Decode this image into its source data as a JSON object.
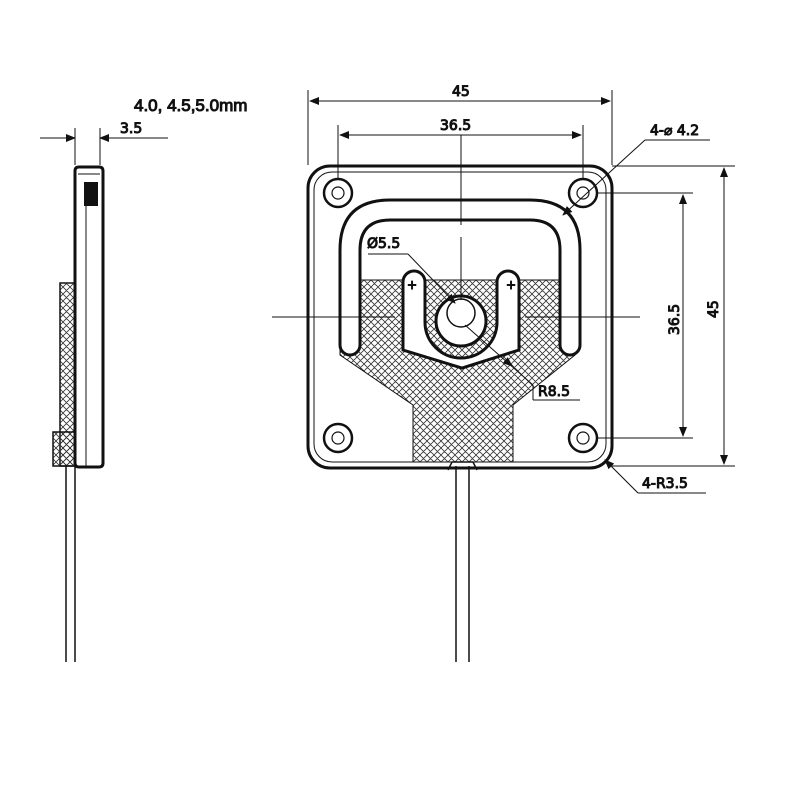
{
  "thickness_options": "4.0, 4.5,5.0mm",
  "side_view": {
    "dim_thickness": "3.5"
  },
  "front_view": {
    "overall_width": "45",
    "hole_spacing_width": "36.5",
    "overall_height": "45",
    "hole_spacing_height": "36.5",
    "mounting_holes": "4-⌀ 4.2",
    "center_hole_diameter": "Ø5.5",
    "inner_radius": "R8.5",
    "corner_radius": "4-R3.5",
    "polarity_left": "+",
    "polarity_right": "+"
  }
}
